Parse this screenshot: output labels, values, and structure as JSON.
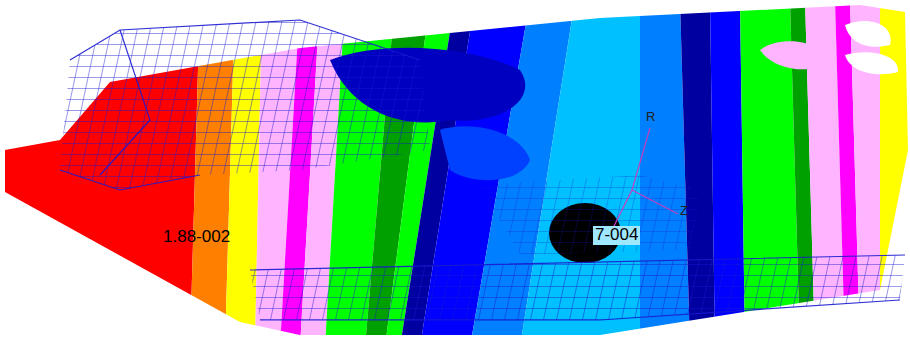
{
  "diagram": {
    "labels": [
      "1.88-002",
      "7-004",
      "R",
      "Z"
    ]
  }
}
